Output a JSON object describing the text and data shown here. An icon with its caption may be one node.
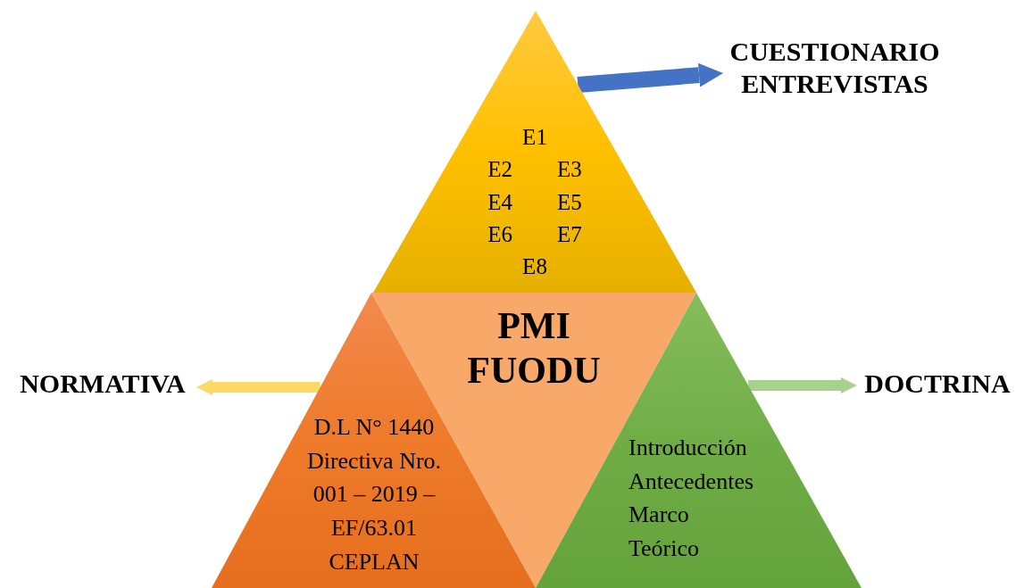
{
  "diagram": {
    "nodes": [
      {
        "text": [
          "E1 E2 E3 E4 E5 E6 E7 E8"
        ]
      },
      {
        "text": [
          "PMI FUODU"
        ]
      },
      {
        "text": [
          "D.L N° 1440 Directiva Nro. 001 – 2019 – EF/63.01 CEPLAN"
        ]
      },
      {
        "text": [
          "Introducción Antecedentes Marco Teórico"
        ]
      },
      {
        "text": [
          "CUESTIONARIO ENTREVISTAS"
        ]
      },
      {
        "text": [
          "NORMATIVA"
        ]
      },
      {
        "text": [
          "DOCTRINA"
        ]
      }
    ],
    "edges": [
      {
        "from": 0,
        "to": 4,
        "arrow": "to",
        "color": "#4472c4"
      },
      {
        "from": 2,
        "to": 5,
        "arrow": "to",
        "color": "#ffd966"
      },
      {
        "from": 3,
        "to": 6,
        "arrow": "to",
        "color": "#a9d18e"
      }
    ]
  }
}
